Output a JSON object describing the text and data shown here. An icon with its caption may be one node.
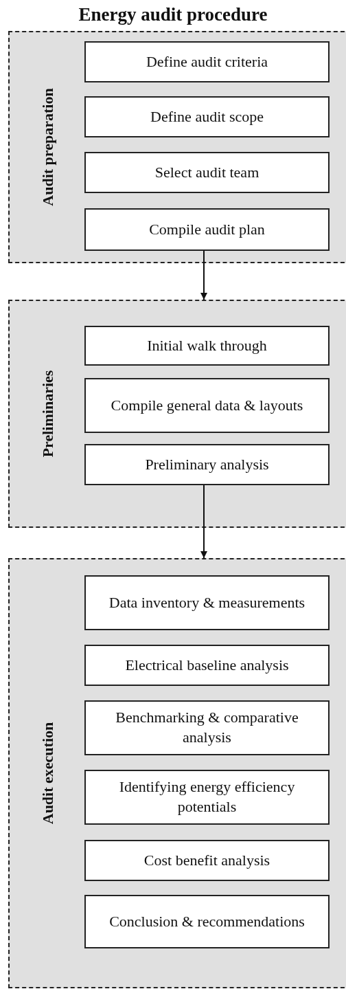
{
  "diagram": {
    "title": "Energy audit procedure",
    "nodes": [
      {
        "text": [
          "Audit preparation"
        ]
      },
      {
        "text": [
          "Define audit criteria"
        ],
        "in": 0
      },
      {
        "text": [
          "Define audit scope"
        ],
        "in": 0
      },
      {
        "text": [
          "Select audit team"
        ],
        "in": 0
      },
      {
        "text": [
          "Compile audit plan"
        ],
        "in": 0
      },
      {
        "text": [
          "Preliminaries"
        ]
      },
      {
        "text": [
          "Initial walk through"
        ],
        "in": 5
      },
      {
        "text": [
          "Compile general data & layouts"
        ],
        "in": 5
      },
      {
        "text": [
          "Preliminary analysis"
        ],
        "in": 5
      },
      {
        "text": [
          "Audit execution"
        ]
      },
      {
        "text": [
          "Data inventory & measurements"
        ],
        "in": 9
      },
      {
        "text": [
          "Electrical baseline analysis"
        ],
        "in": 9
      },
      {
        "text": [
          "Benchmarking & comparative analysis"
        ],
        "in": 9
      },
      {
        "text": [
          "Identifying energy efficiency potentials"
        ],
        "in": 9
      },
      {
        "text": [
          "Cost benefit analysis"
        ],
        "in": 9
      },
      {
        "text": [
          "Conclusion & recommendations"
        ],
        "in": 9
      }
    ],
    "edges": [
      {
        "from": 4,
        "to": 5,
        "arrow": "to"
      },
      {
        "from": 8,
        "to": 9,
        "arrow": "to"
      }
    ]
  }
}
